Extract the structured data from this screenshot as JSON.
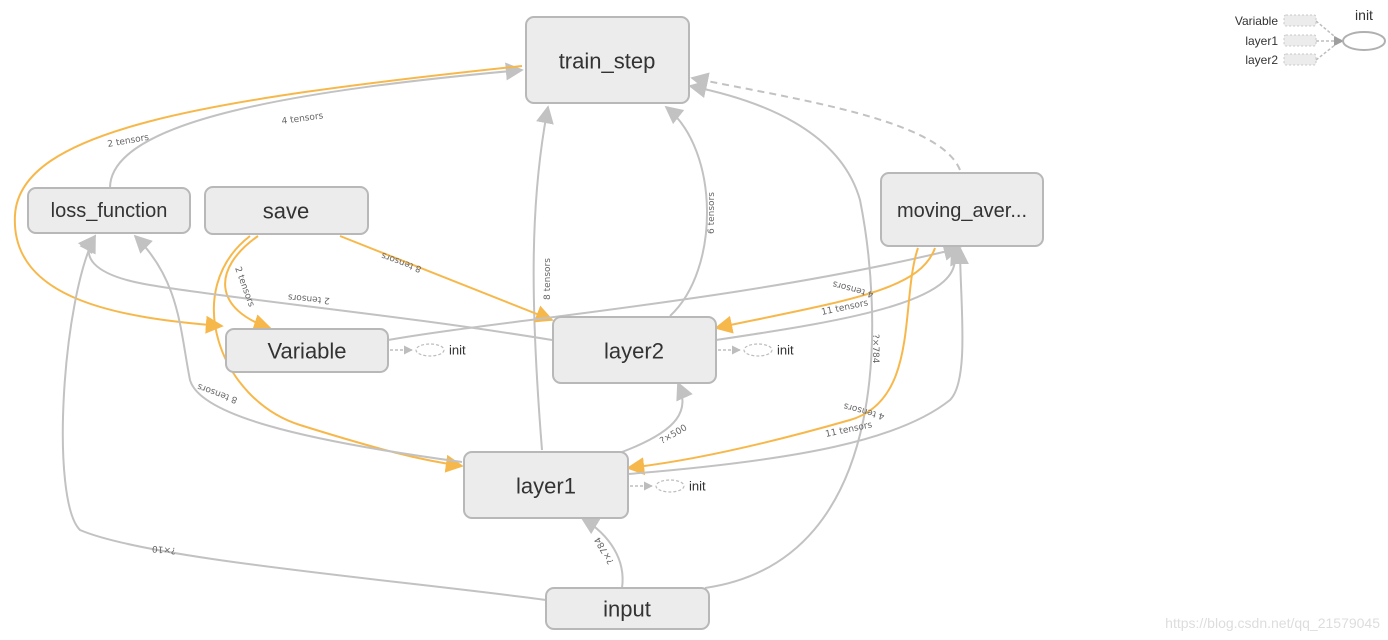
{
  "nodes": {
    "train_step": "train_step",
    "loss_function": "loss_function",
    "save": "save",
    "moving_average": "moving_aver...",
    "variable": "Variable",
    "layer2": "layer2",
    "layer1": "layer1",
    "input": "input"
  },
  "edge_labels": {
    "loss_to_train": "4 tensors",
    "train_to_variable": "2 tensors",
    "layer2_to_train": "6 tensors",
    "layer1_to_train": "8 tensors",
    "input_to_train": "?×784",
    "save_to_layer2": "8 tensors",
    "save_to_variable": "2 tensors",
    "layer2_to_loss": "2 tensors",
    "save_to_layer1": "8 tensors",
    "moving_to_layer2_a": "4 tensors",
    "moving_to_layer2_b": "11 tensors",
    "moving_to_layer1_a": "4 tensors",
    "moving_to_layer1_b": "11 tensors",
    "layer1_to_layer2": "?×500",
    "input_to_layer1": "?×784",
    "input_to_loss": "?×10"
  },
  "init_labels": {
    "variable": "init",
    "layer2": "init",
    "layer1": "init"
  },
  "legend": {
    "items": [
      "Variable",
      "layer1",
      "layer2"
    ],
    "target": "init"
  },
  "watermark": "https://blog.csdn.net/qq_21579045",
  "colors": {
    "node_fill": "#ececec",
    "node_stroke": "#b8b8b8",
    "edge_gray": "#c2c2c2",
    "edge_orange": "#f7b84b"
  }
}
